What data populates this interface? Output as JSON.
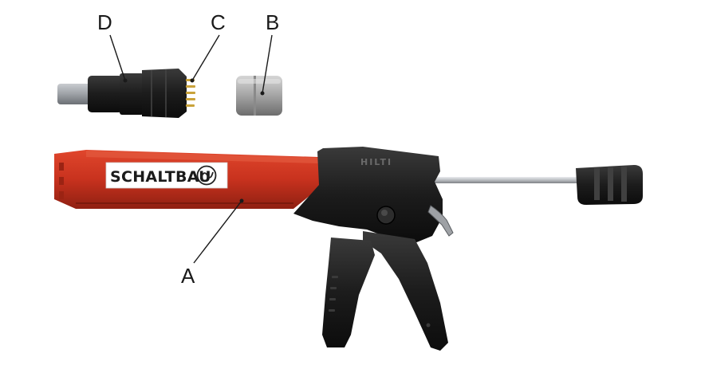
{
  "callouts": {
    "a": "A",
    "b": "B",
    "c": "C",
    "d": "D"
  },
  "product_labels": {
    "schaltbau": "SCHALTBAU",
    "hilti": "HILTI"
  },
  "colors": {
    "housing_red": "#c8321e",
    "grip_black": "#1c1c1c",
    "rod_silver": "#b9bcc0",
    "sleeve_grey": "#a9a9a9",
    "pins_brass": "#c9a23a"
  }
}
